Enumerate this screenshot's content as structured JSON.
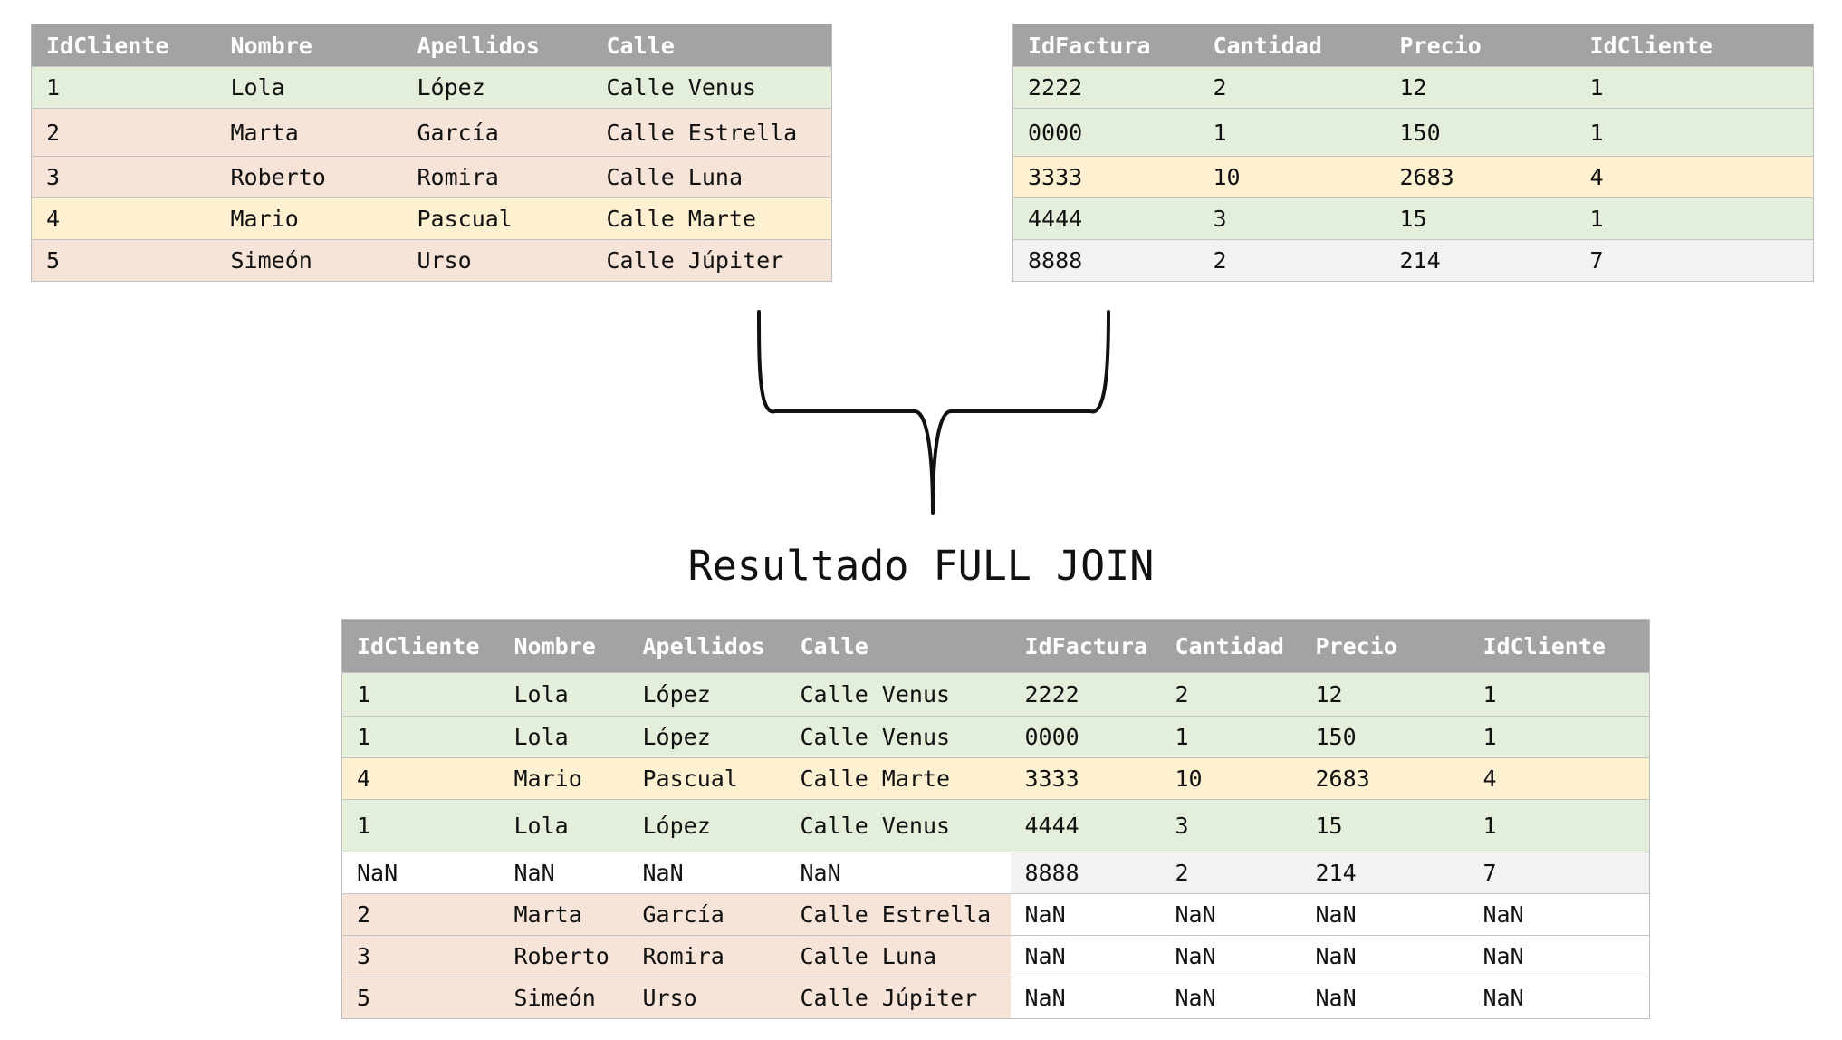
{
  "clientes": {
    "headers": [
      "IdCliente",
      "Nombre",
      "Apellidos",
      "Calle"
    ],
    "rows": [
      [
        "1",
        "Lola",
        "López",
        "Calle Venus"
      ],
      [
        "2",
        "Marta",
        "García",
        "Calle Estrella"
      ],
      [
        "3",
        "Roberto",
        "Romira",
        "Calle Luna"
      ],
      [
        "4",
        "Mario",
        "Pascual",
        "Calle Marte"
      ],
      [
        "5",
        "Simeón",
        "Urso",
        "Calle Júpiter"
      ]
    ]
  },
  "facturas": {
    "headers": [
      "IdFactura",
      "Cantidad",
      "Precio",
      "IdCliente"
    ],
    "rows": [
      [
        "2222",
        "2",
        "12",
        "1"
      ],
      [
        "0000",
        "1",
        "150",
        "1"
      ],
      [
        "3333",
        "10",
        "2683",
        "4"
      ],
      [
        "4444",
        "3",
        "15",
        "1"
      ],
      [
        "8888",
        "2",
        "214",
        "7"
      ]
    ]
  },
  "result": {
    "title": "Resultado FULL JOIN",
    "headers": [
      "IdCliente",
      "Nombre",
      "Apellidos",
      "Calle",
      "IdFactura",
      "Cantidad",
      "Precio",
      "IdCliente"
    ],
    "rows": [
      [
        "1",
        "Lola",
        "López",
        "Calle Venus",
        "2222",
        "2",
        "12",
        "1"
      ],
      [
        "1",
        "Lola",
        "López",
        "Calle Venus",
        "0000",
        "1",
        "150",
        "1"
      ],
      [
        "4",
        "Mario",
        "Pascual",
        "Calle Marte",
        "3333",
        "10",
        "2683",
        "4"
      ],
      [
        "1",
        "Lola",
        "López",
        "Calle Venus",
        "4444",
        "3",
        "15",
        "1"
      ],
      [
        "NaN",
        "NaN",
        "NaN",
        "NaN",
        "8888",
        "2",
        "214",
        "7"
      ],
      [
        "2",
        "Marta",
        "García",
        "Calle Estrella",
        "NaN",
        "NaN",
        "NaN",
        "NaN"
      ],
      [
        "3",
        "Roberto",
        "Romira",
        "Calle Luna",
        "NaN",
        "NaN",
        "NaN",
        "NaN"
      ],
      [
        "5",
        "Simeón",
        "Urso",
        "Calle Júpiter",
        "NaN",
        "NaN",
        "NaN",
        "NaN"
      ]
    ]
  },
  "colors": {
    "header": "#a3a3a3",
    "match": "#e4efdb",
    "left_only": "#f6e4d8",
    "match_alt": "#fdf1d1",
    "right_only": "#f2f2f2",
    "empty": "#ffffff"
  }
}
